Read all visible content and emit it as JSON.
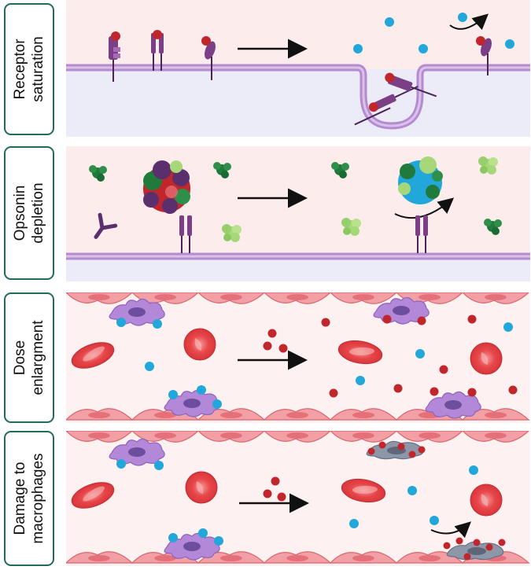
{
  "panels": [
    {
      "id": "receptor",
      "label_line1": "Receptor",
      "label_line2": "saturation"
    },
    {
      "id": "opsonin",
      "label_line1": "Opsonin",
      "label_line2": "depletion"
    },
    {
      "id": "dose",
      "label_line1": "Dose",
      "label_line2": "enlargment"
    },
    {
      "id": "damage",
      "label_line1": "Damage to",
      "label_line2": "macrophages"
    }
  ],
  "colors": {
    "border": "#1f6b5c",
    "panel_bg": "#fdecec",
    "membrane": "#b68ad0",
    "receptor": "#7b3f86",
    "particle_red": "#c0262c",
    "particle_blue": "#22a7da",
    "rbc": "#e8474a",
    "endothelium": "#f2a0a5",
    "macrophage": "#b388d8",
    "damaged_macrophage": "#8d97a8",
    "opsonin_green": "#1f7a3c",
    "opsonin_light": "#a6d87a"
  }
}
